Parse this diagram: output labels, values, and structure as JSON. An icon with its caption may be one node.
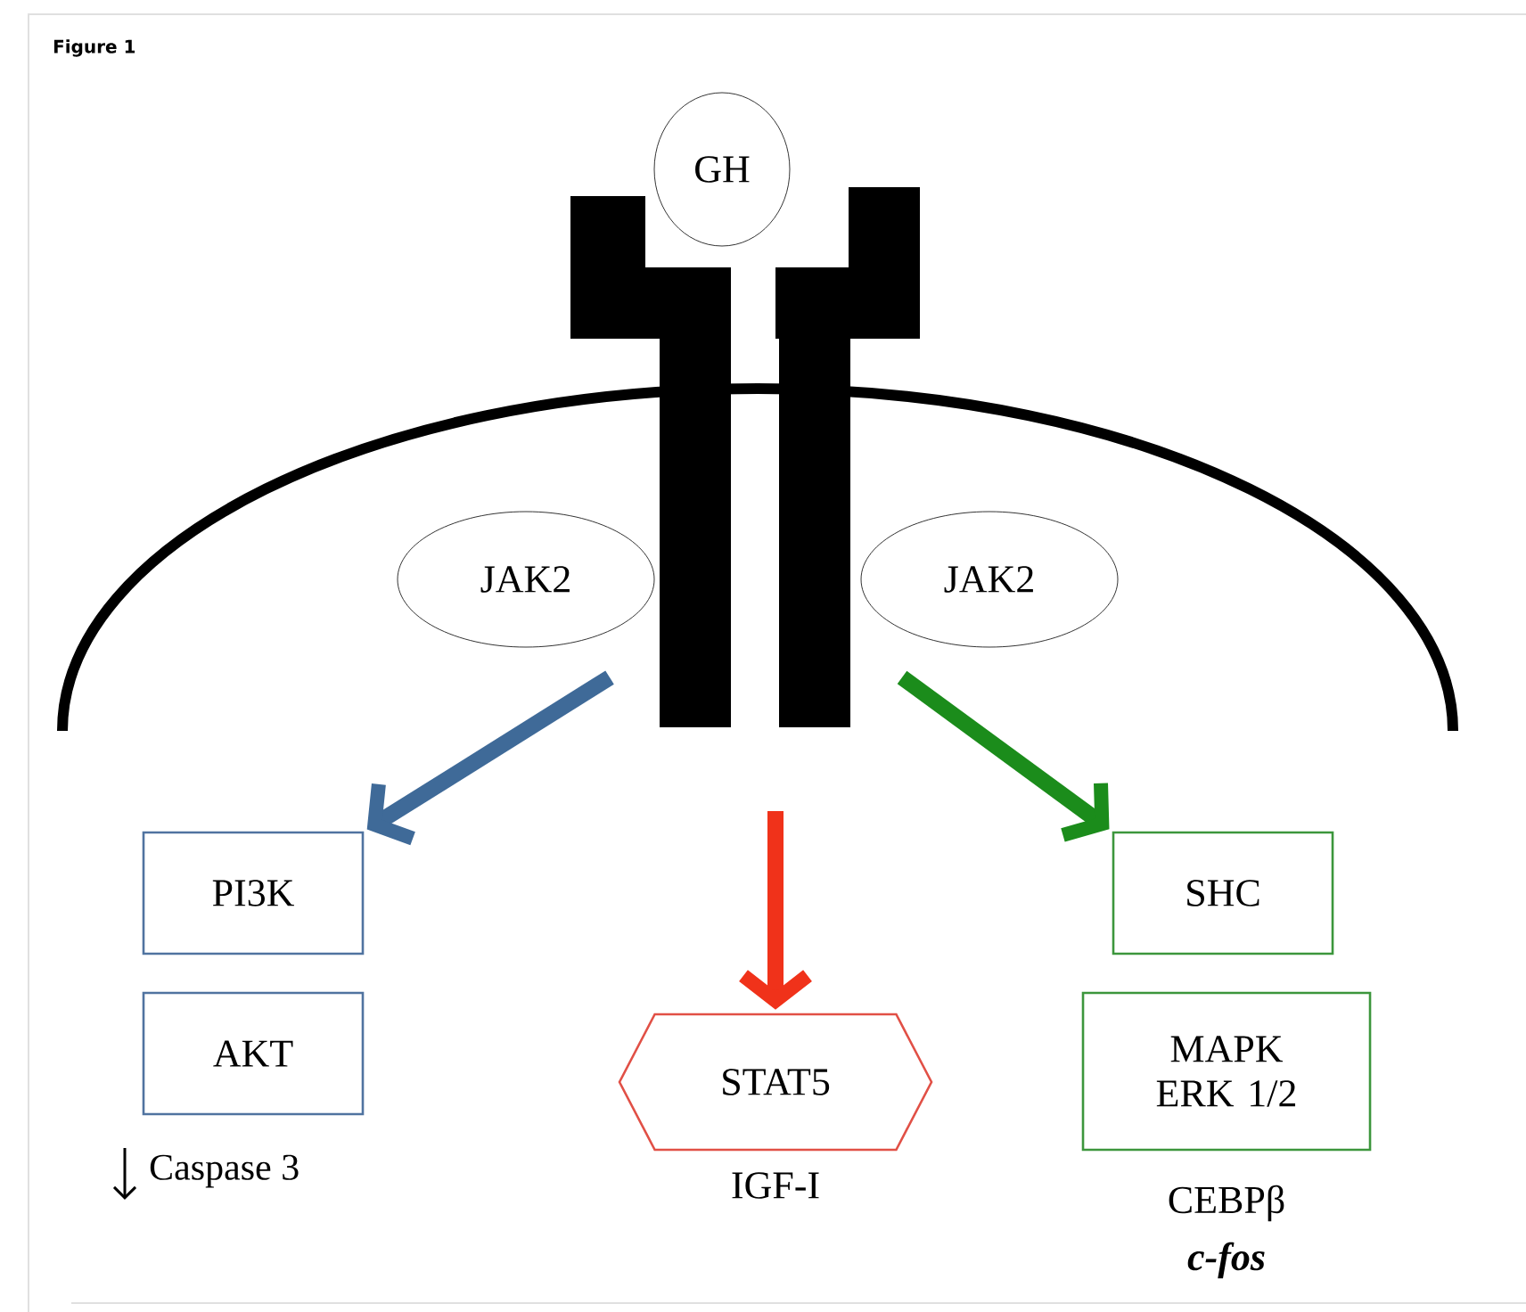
{
  "diagram": {
    "title": "Figure 1",
    "nodes": [
      {
        "text": [
          "GH"
        ]
      },
      {
        "text": [
          "JAK2"
        ]
      },
      {
        "text": [
          "JAK2"
        ]
      },
      {
        "text": [
          "PI3K"
        ]
      },
      {
        "text": [
          "AKT"
        ],
        "beside": [
          "Caspase 3"
        ]
      },
      {
        "text": [
          "STAT5"
        ],
        "beside": [
          "IGF-I"
        ]
      },
      {
        "text": [
          "SHC"
        ]
      },
      {
        "text": [
          "MAPK ERK 1/2"
        ],
        "beside": [
          "CEBPβ",
          "c-fos"
        ]
      }
    ],
    "edges": [
      {
        "from": null,
        "to": 3,
        "arrow": "to",
        "color": "#3f6a98"
      },
      {
        "from": null,
        "to": 5,
        "arrow": "to",
        "color": "#f0321a"
      },
      {
        "from": null,
        "to": 6,
        "arrow": "to",
        "color": "#1b8c1b"
      }
    ]
  }
}
